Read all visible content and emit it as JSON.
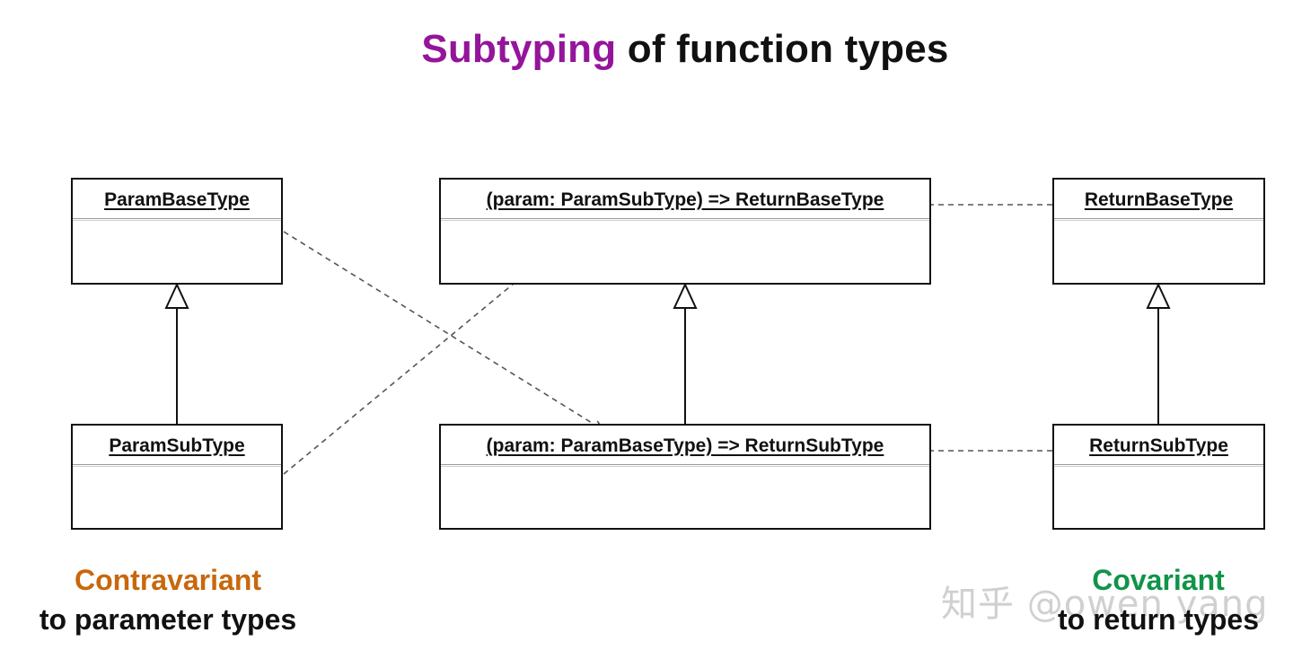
{
  "title": {
    "accent": "Subtyping",
    "rest": " of function types"
  },
  "boxes": {
    "param_base": "ParamBaseType",
    "param_sub": "ParamSubType",
    "func_top": "(param: ParamSubType) => ReturnBaseType",
    "func_bottom": "(param: ParamBaseType) => ReturnSubType",
    "return_base": "ReturnBaseType",
    "return_sub": "ReturnSubType"
  },
  "captions": {
    "left_head": "Contravariant",
    "left_sub": "to parameter types",
    "right_head": "Covariant",
    "right_sub": "to return types"
  },
  "watermark": "知乎 @owen yang",
  "colors": {
    "title_accent": "#94159a",
    "contravariant": "#c8680c",
    "covariant": "#109448"
  }
}
